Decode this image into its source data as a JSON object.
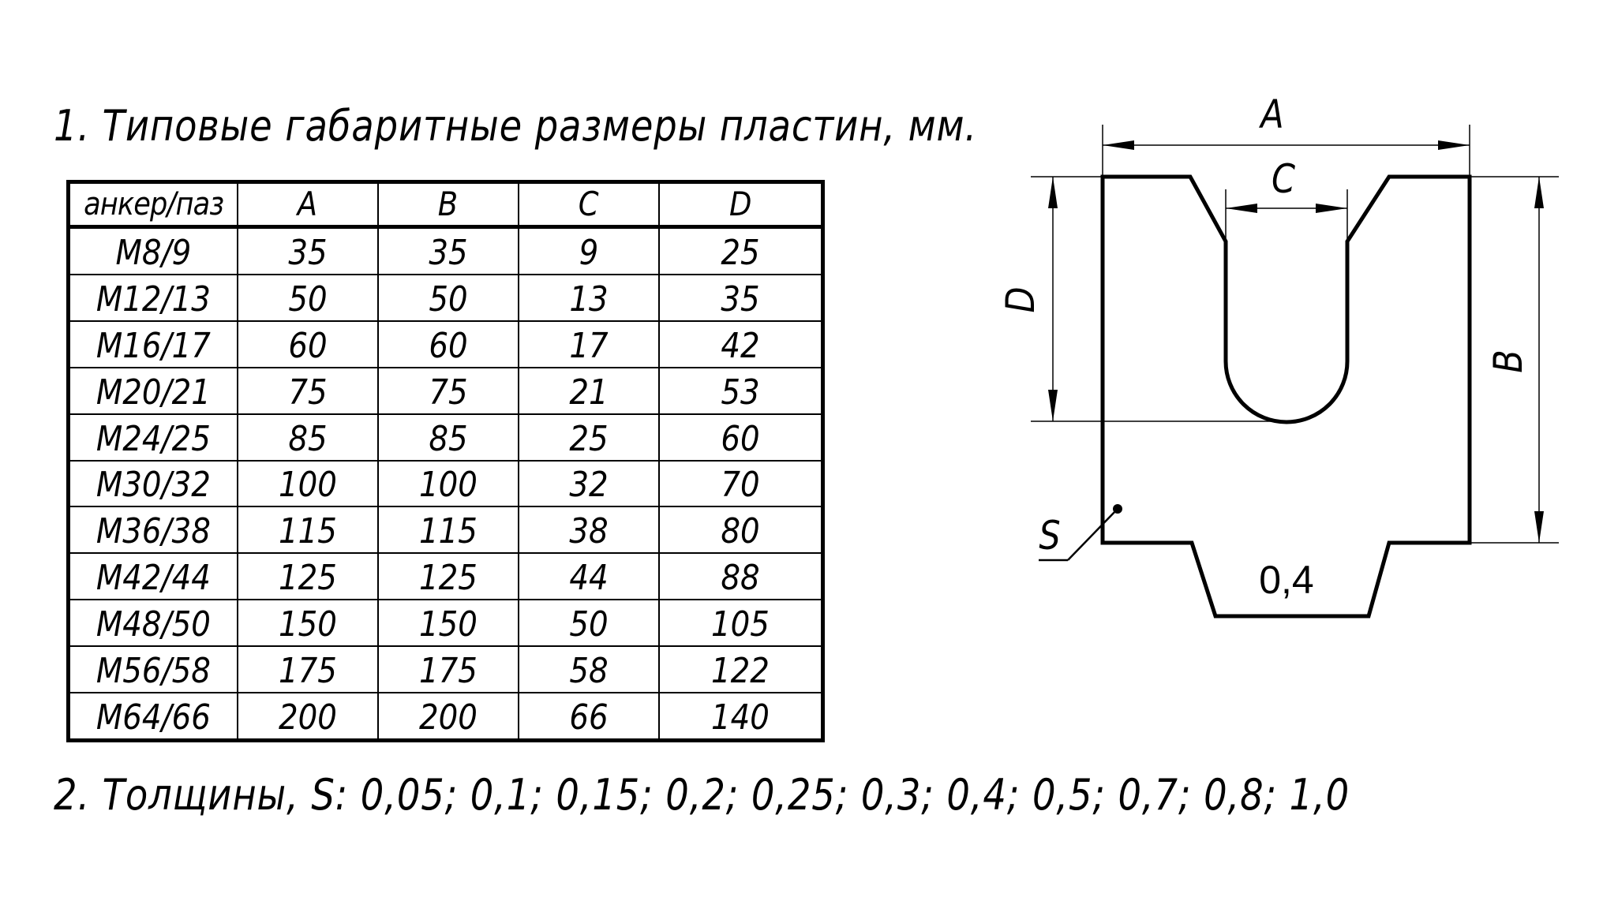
{
  "heading1": "1. Типовые габаритные размеры пластин, мм.",
  "table": {
    "headers": [
      "анкер/паз",
      "A",
      "B",
      "C",
      "D"
    ],
    "rows": [
      [
        "M8/9",
        "35",
        "35",
        "9",
        "25"
      ],
      [
        "M12/13",
        "50",
        "50",
        "13",
        "35"
      ],
      [
        "M16/17",
        "60",
        "60",
        "17",
        "42"
      ],
      [
        "M20/21",
        "75",
        "75",
        "21",
        "53"
      ],
      [
        "M24/25",
        "85",
        "85",
        "25",
        "60"
      ],
      [
        "M30/32",
        "100",
        "100",
        "32",
        "70"
      ],
      [
        "M36/38",
        "115",
        "115",
        "38",
        "80"
      ],
      [
        "M42/44",
        "125",
        "125",
        "44",
        "88"
      ],
      [
        "M48/50",
        "150",
        "150",
        "50",
        "105"
      ],
      [
        "M56/58",
        "175",
        "175",
        "58",
        "122"
      ],
      [
        "M64/66",
        "200",
        "200",
        "66",
        "140"
      ]
    ]
  },
  "heading2": "2. Толщины, S: 0,05; 0,1; 0,15; 0,2; 0,25; 0,3; 0,4; 0,5; 0,7; 0,8; 1,0",
  "drawing": {
    "label_a": "A",
    "label_b": "B",
    "label_c": "C",
    "label_d": "D",
    "label_s": "S",
    "thickness_tag": "0,4"
  }
}
